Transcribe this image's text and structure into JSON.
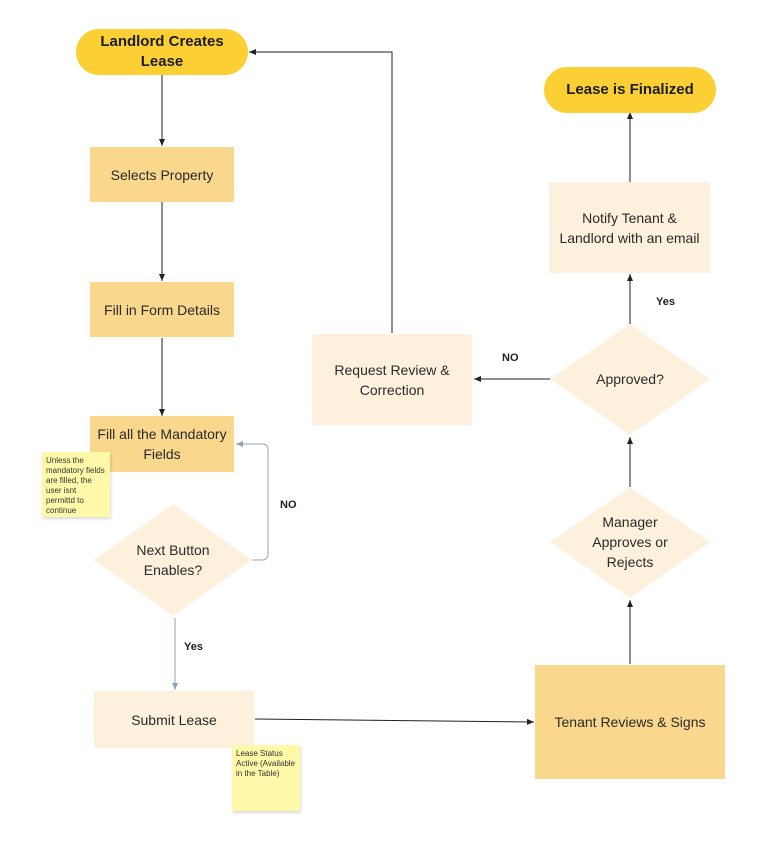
{
  "nodes": {
    "landlord_creates": "Landlord Creates Lease",
    "selects_property": "Selects Property",
    "fill_form": "Fill in Form Details",
    "fill_mandatory": "Fill all the Mandatory Fields",
    "next_button": "Next Button Enables?",
    "submit_lease": "Submit Lease",
    "tenant_reviews": "Tenant Reviews & Signs",
    "manager_approves": "Manager Approves or Rejects",
    "approved": "Approved?",
    "notify": "Notify Tenant & Landlord with an email",
    "finalized": "Lease is Finalized",
    "request_review": "Request Review & Correction"
  },
  "notes": {
    "mandatory_note": "Unless the mandatory fields are filled, the user isnt permittd to continue",
    "status_note": "Lease Status Active (Available in the Table)"
  },
  "labels": {
    "no_left": "NO",
    "yes_left": "Yes",
    "no_right": "NO",
    "yes_right": "Yes"
  },
  "colors": {
    "pill": "#fcd034",
    "box_dark": "#f9d78c",
    "box_light": "#fdf1dd",
    "note": "#fef9a8"
  }
}
